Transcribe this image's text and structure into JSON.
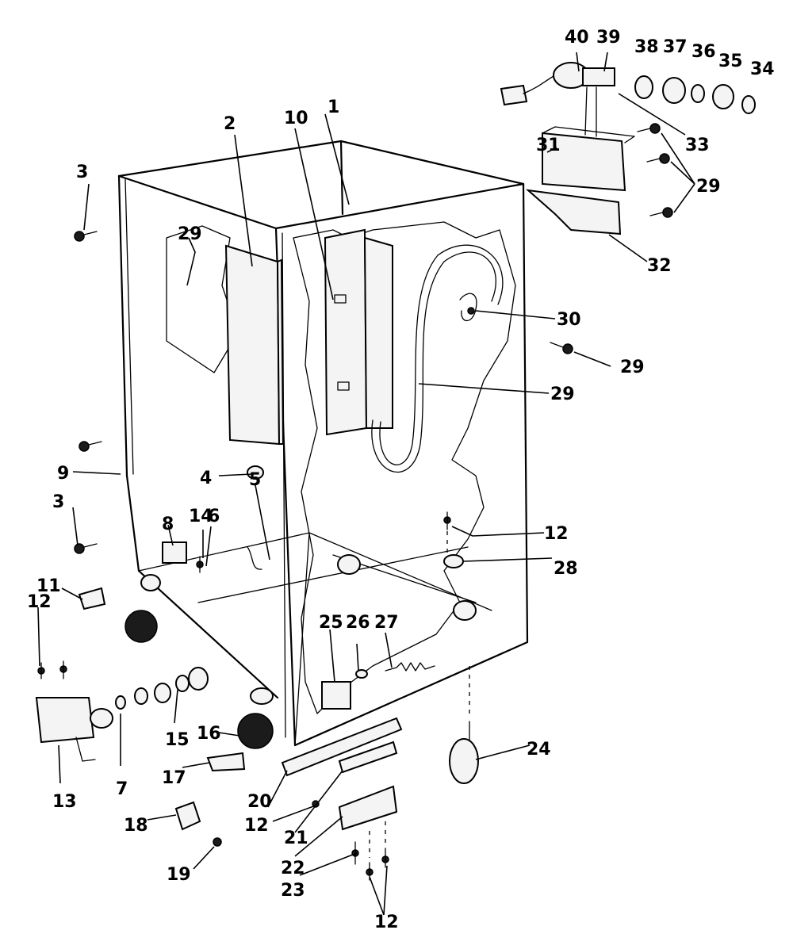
{
  "callouts": {
    "c1": "1",
    "c2": "2",
    "c3a": "3",
    "c3b": "3",
    "c4": "4",
    "c5": "5",
    "c6": "6",
    "c7": "7",
    "c8": "8",
    "c9": "9",
    "c10": "10",
    "c11": "11",
    "c12a": "12",
    "c12b": "12",
    "c12c": "12",
    "c12d": "12",
    "c13": "13",
    "c14": "14",
    "c15": "15",
    "c16": "16",
    "c17": "17",
    "c18": "18",
    "c19": "19",
    "c20": "20",
    "c21": "21",
    "c22": "22",
    "c23": "23",
    "c24": "24",
    "c25": "25",
    "c26": "26",
    "c27": "27",
    "c28": "28",
    "c29a": "29",
    "c29b": "29",
    "c29c": "29",
    "c29d": "29",
    "c30": "30",
    "c31": "31",
    "c32": "32",
    "c33": "33",
    "c34": "34",
    "c35": "35",
    "c36": "36",
    "c37": "37",
    "c38": "38",
    "c39": "39",
    "c40": "40"
  }
}
